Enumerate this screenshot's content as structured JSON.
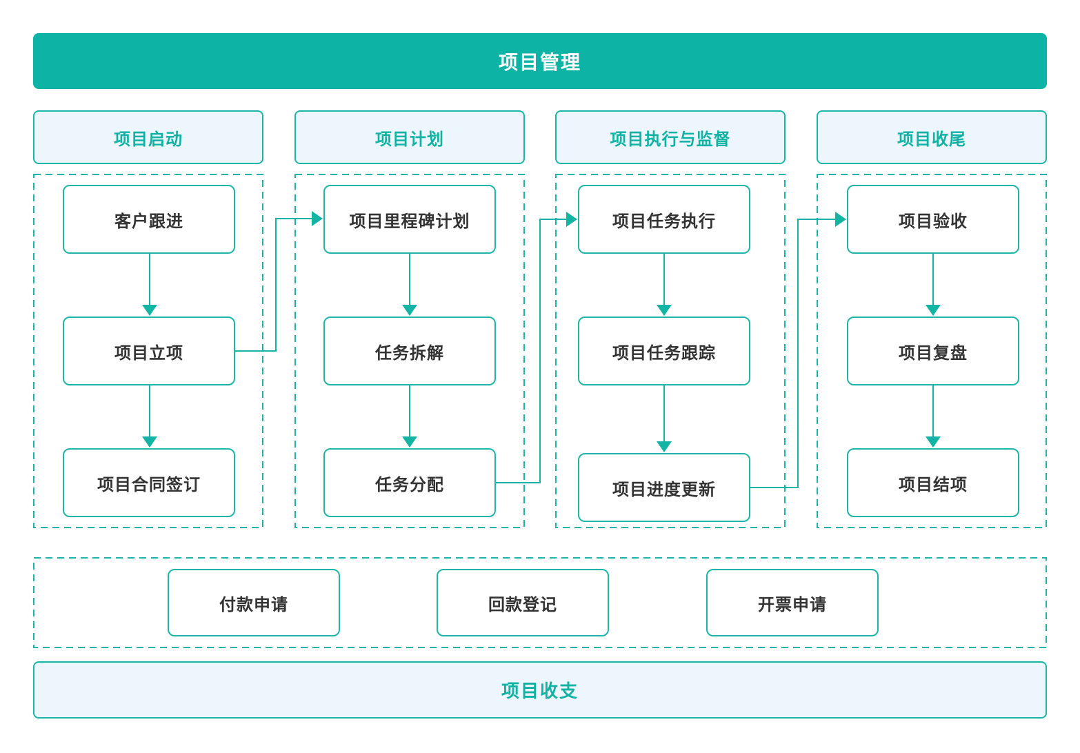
{
  "title": "项目管理",
  "phases": [
    {
      "label": "项目启动",
      "steps": [
        "客户跟进",
        "项目立项",
        "项目合同签订"
      ]
    },
    {
      "label": "项目计划",
      "steps": [
        "项目里程碑计划",
        "任务拆解",
        "任务分配"
      ]
    },
    {
      "label": "项目执行与监督",
      "steps": [
        "项目任务执行",
        "项目任务跟踪",
        "项目进度更新"
      ]
    },
    {
      "label": "项目收尾",
      "steps": [
        "项目验收",
        "项目复盘",
        "项目结项"
      ]
    }
  ],
  "finance": {
    "items": [
      "付款申请",
      "回款登记",
      "开票申请"
    ]
  },
  "footer": {
    "label": "项目收支"
  },
  "flow_edges": [
    "客户跟进→项目立项",
    "项目立项→项目合同签订",
    "项目立项→项目里程碑计划",
    "项目里程碑计划→任务拆解",
    "任务拆解→任务分配",
    "任务分配→项目任务执行",
    "项目任务执行→项目任务跟踪",
    "项目任务跟踪→项目进度更新",
    "项目进度更新→项目验收",
    "项目验收→项目复盘",
    "项目复盘→项目结项"
  ],
  "colors": {
    "banner_teal": "#0db3a4",
    "stroke_teal": "#1ab5a5",
    "arrow_teal": "#14b4a5",
    "light_blue_fill": "#edf6fc",
    "header_text_teal": "#0fb2a3",
    "node_text": "#333333"
  }
}
